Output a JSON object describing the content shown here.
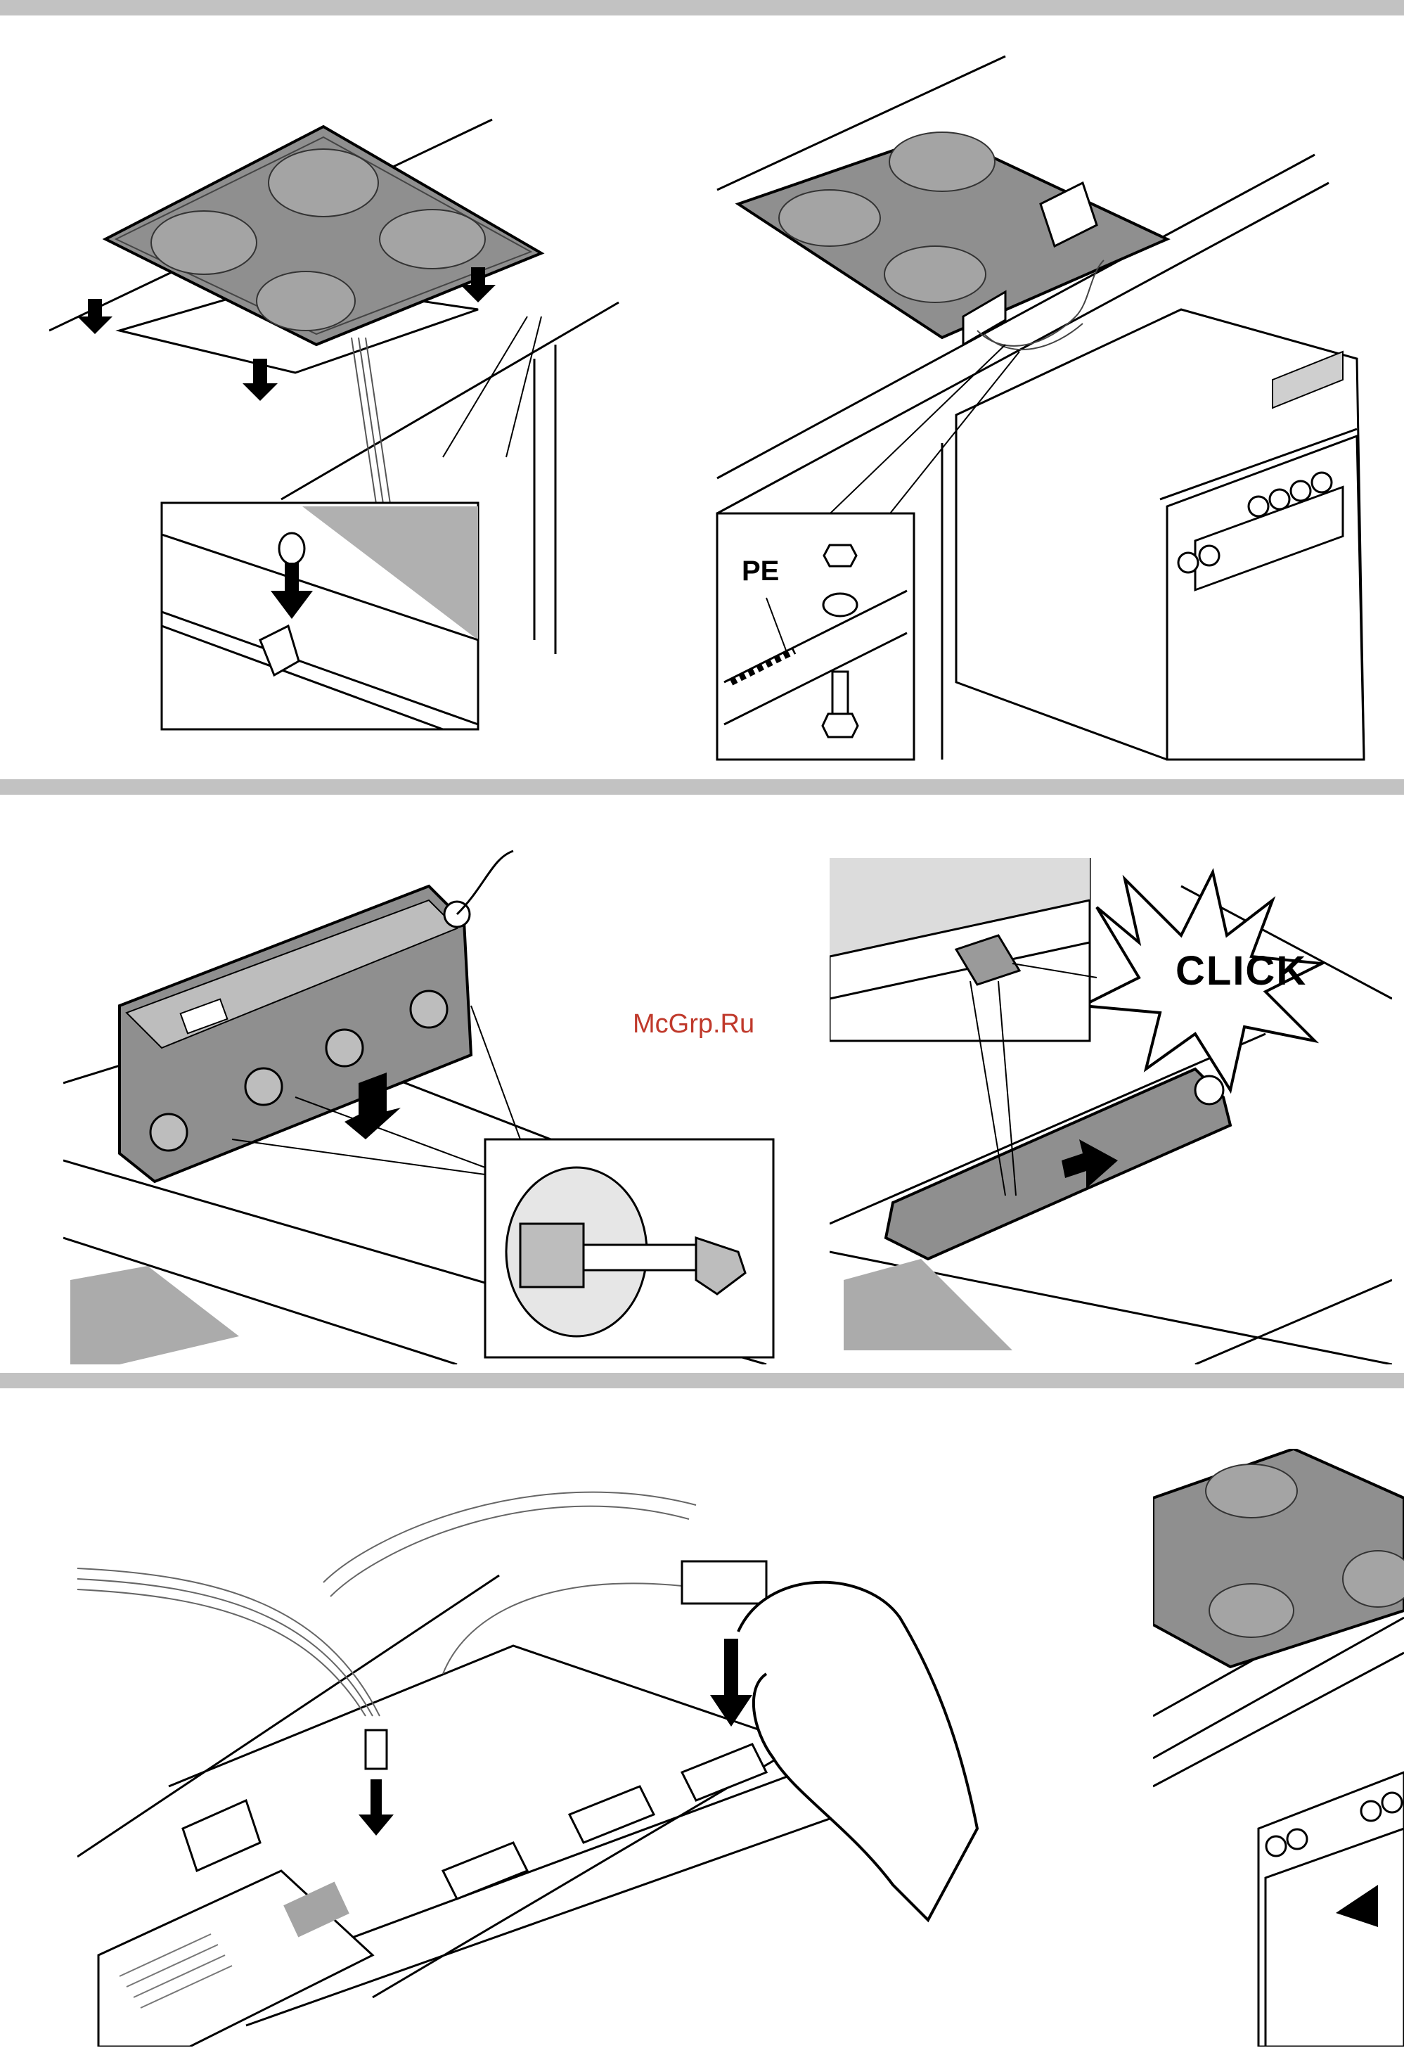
{
  "labels": {
    "pe": "PE",
    "click": "CLICK"
  },
  "watermark": {
    "text": "McGrp.Ru",
    "color": "#c0392b"
  },
  "colors": {
    "divider": "#c2c2c2",
    "cooktop_fill": "#8f8f8f",
    "burner_fill": "#a4a4a4",
    "line": "#000000",
    "panel_fill": "#ffffff"
  }
}
